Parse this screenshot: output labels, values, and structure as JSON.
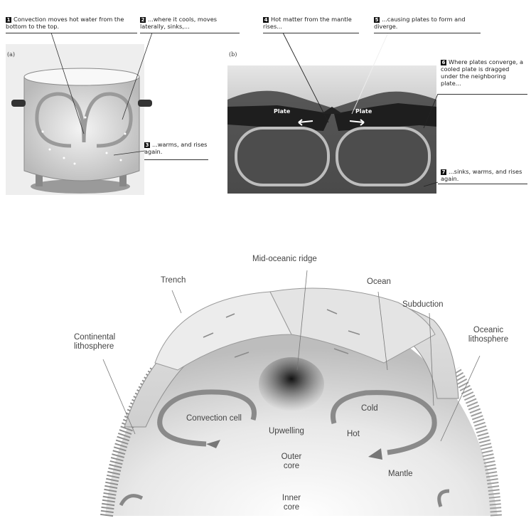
{
  "panel_a": {
    "tag": "(a)",
    "callouts": [
      {
        "num": "1",
        "text": "Convection moves hot water from the bottom to the top."
      },
      {
        "num": "2",
        "text": "...where it cools, moves laterally, sinks,..."
      },
      {
        "num": "3",
        "text": "...warms, and rises again."
      }
    ]
  },
  "panel_b": {
    "tag": "(b)",
    "plate_left": "Plate",
    "plate_right": "Plate",
    "callouts": [
      {
        "num": "4",
        "text": "Hot matter from the mantle rises..."
      },
      {
        "num": "5",
        "text": "...causing plates to form and diverge."
      },
      {
        "num": "6",
        "text": "Where plates converge, a cooled plate is dragged under the neighboring plate..."
      },
      {
        "num": "7",
        "text": "...sinks, warms, and rises again."
      }
    ]
  },
  "earth": {
    "mid_ridge": "Mid-oceanic ridge",
    "trench": "Trench",
    "ocean": "Ocean",
    "subduction": "Subduction",
    "continental": "Continental lithosphere",
    "oceanic": "Oceanic lithosphere",
    "convection_cell": "Convection cell",
    "upwelling": "Upwelling",
    "cold": "Cold",
    "hot": "Hot",
    "outer_core": "Outer core",
    "inner_core": "Inner core",
    "mantle": "Mantle"
  },
  "colors": {
    "cell_arrow": "#8a8a8a",
    "mantle_dark": "#3a3a3a",
    "plate_dark": "#1e1e1e"
  }
}
